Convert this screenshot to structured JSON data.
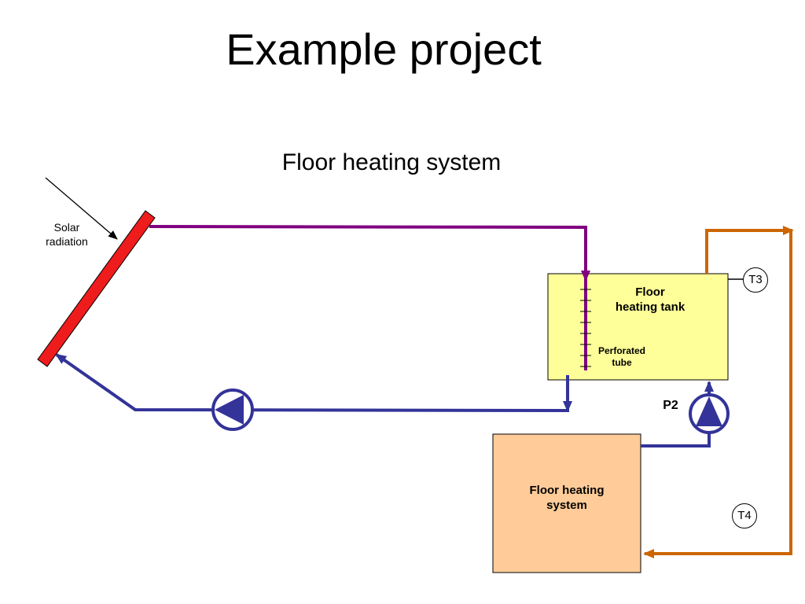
{
  "slide": {
    "title": "Example project",
    "subtitle": "Floor heating system"
  },
  "labels": {
    "solar_radiation": "Solar\nradiation",
    "tank": "Floor\nheating tank",
    "perforated_tube": "Perforated\ntube",
    "pump_p2": "P2",
    "floor_heating_system": "Floor heating\nsystem",
    "sensor_t3": "T3",
    "sensor_t4": "T4"
  },
  "colors": {
    "collector": "#ee1c1c",
    "supply_pipe": "#800080",
    "return_pipe": "#333399",
    "heating_loop": "#cc6600",
    "tank_fill": "#ffff99",
    "heating_system_fill": "#ffcc99"
  }
}
